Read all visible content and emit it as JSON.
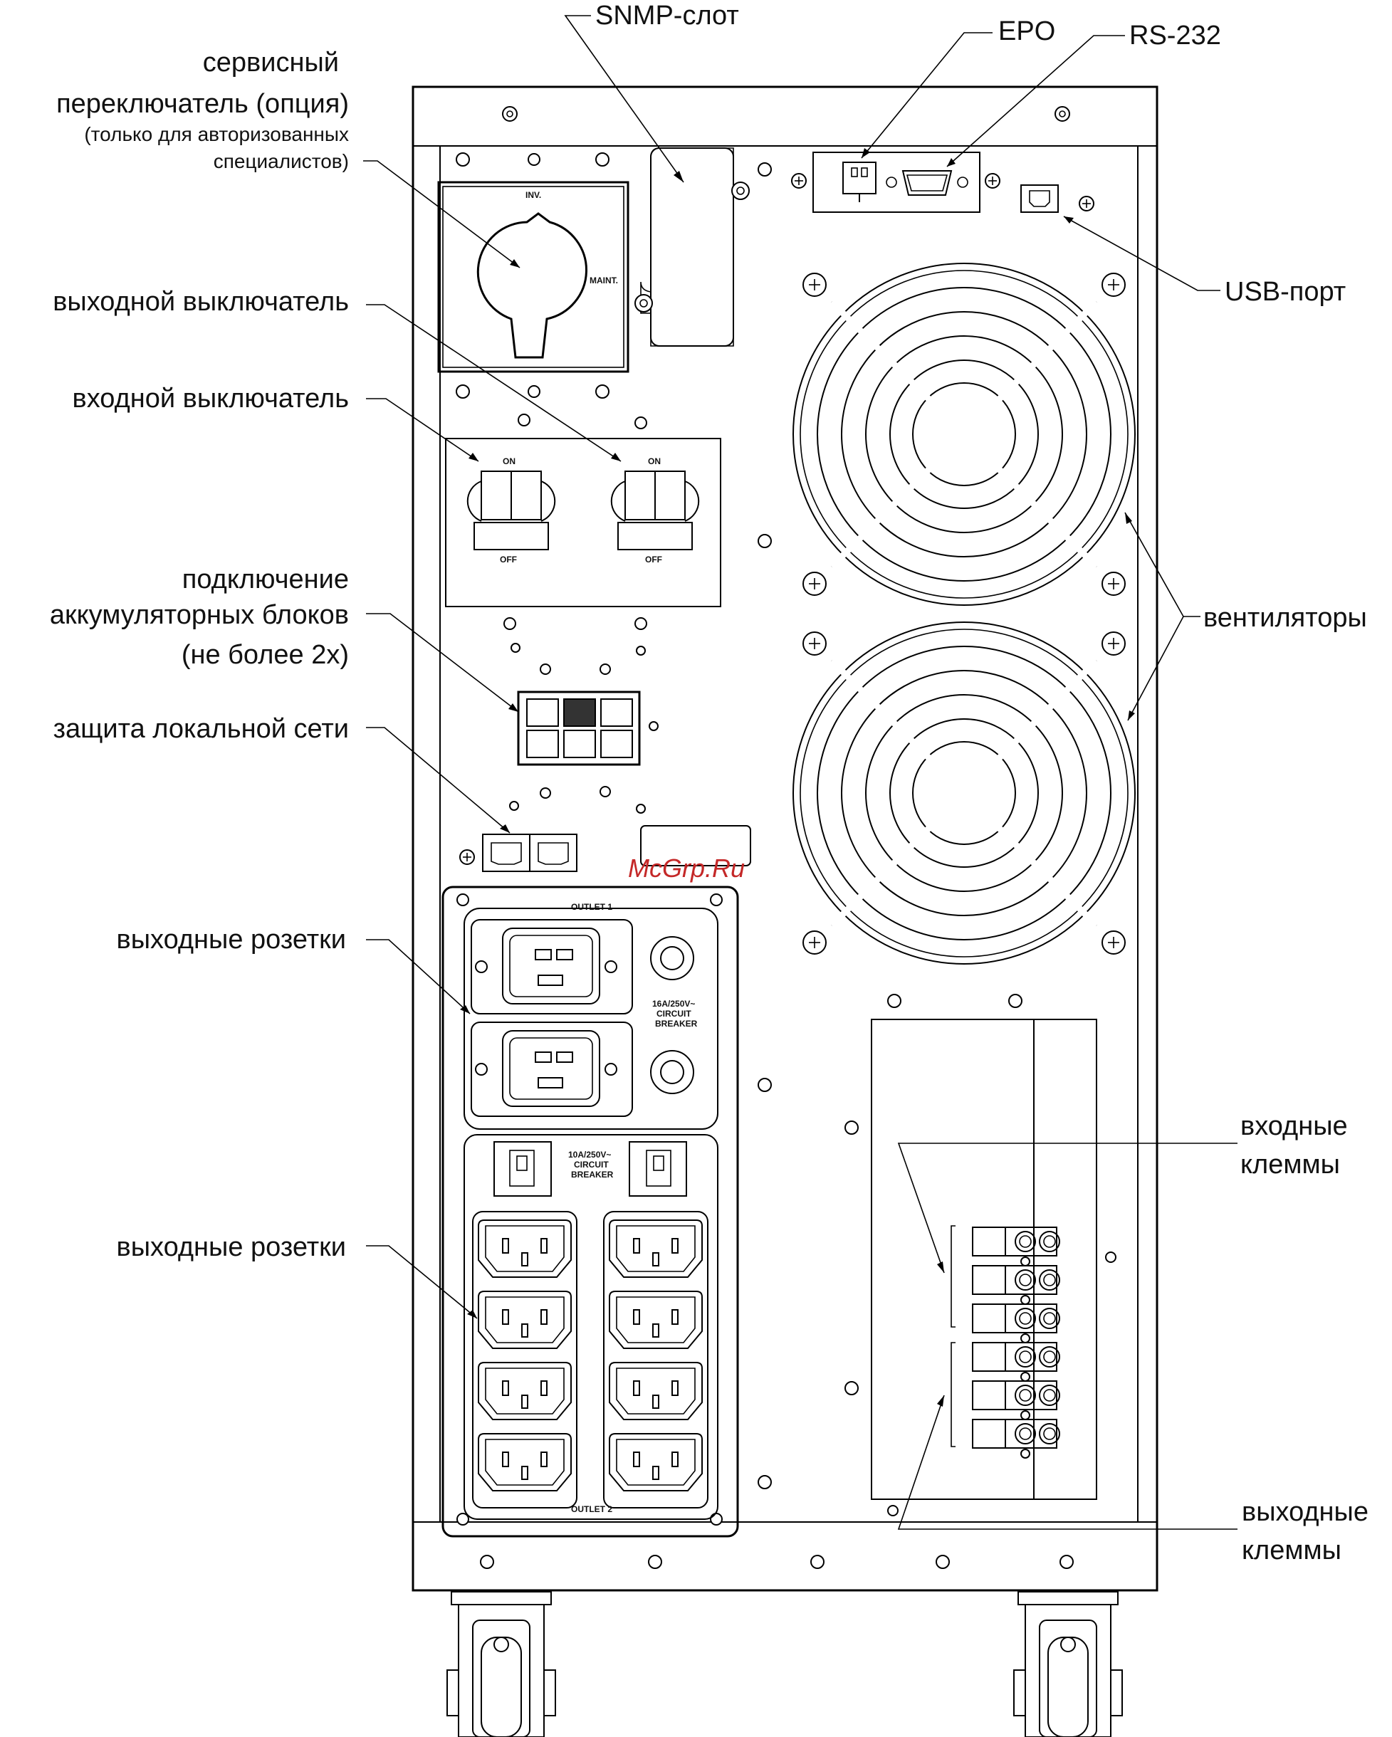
{
  "labels": {
    "snmp_slot": "SNMP-слот",
    "epo": "EPO",
    "rs232": "RS-232",
    "usb_port": "USB-порт",
    "service_switch_1": "сервисный",
    "service_switch_2": "переключатель (опция)",
    "service_switch_3": "(только для авторизованных",
    "service_switch_4": "специалистов)",
    "output_breaker": "выходной выключатель",
    "input_breaker": "входной выключатель",
    "battery_1": "подключение",
    "battery_2": "аккумуляторных блоков",
    "battery_3": "(не более 2х)",
    "lan_protection": "защита локальной сети",
    "output_sockets_1": "выходные розетки",
    "output_sockets_2": "выходные розетки",
    "fans": "вентиляторы",
    "input_terminals_1": "входные",
    "input_terminals_2": "клеммы",
    "output_terminals_1": "выходные",
    "output_terminals_2": "клеммы"
  },
  "panel_text": {
    "inv": "INV.",
    "maint": "MAINT.",
    "on": "ON",
    "off": "OFF",
    "outlet1": "OUTLET 1",
    "outlet2": "OUTLET 2",
    "breaker16_1": "16A/250V~",
    "breaker16_2": "CIRCUIT",
    "breaker16_3": "BREAKER",
    "breaker10_1": "10A/250V~",
    "breaker10_2": "CIRCUIT",
    "breaker10_3": "BREAKER"
  },
  "watermark": "McGrp.Ru"
}
